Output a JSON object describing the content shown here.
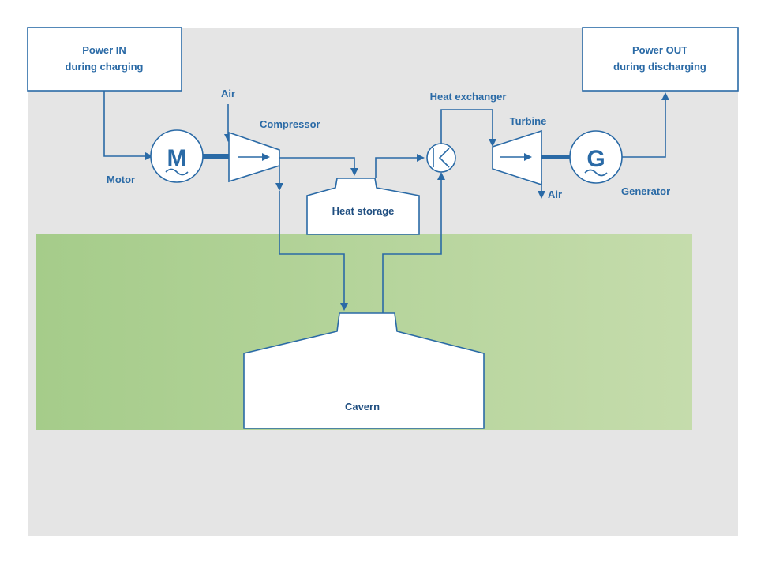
{
  "labels": {
    "power_in_line1": "Power IN",
    "power_in_line2": "during charging",
    "power_out_line1": "Power OUT",
    "power_out_line2": "during discharging",
    "motor": "Motor",
    "motor_symbol": "M",
    "air_in": "Air",
    "compressor": "Compressor",
    "heat_storage": "Heat storage",
    "heat_exchanger": "Heat exchanger",
    "turbine": "Turbine",
    "air_out": "Air",
    "generator": "Generator",
    "generator_symbol": "G",
    "cavern": "Cavern"
  },
  "colors": {
    "accent": "#2a6aa6",
    "background": "#e5e5e5",
    "ground_left": "#a5cc8a",
    "ground_right": "#c5dcac"
  }
}
